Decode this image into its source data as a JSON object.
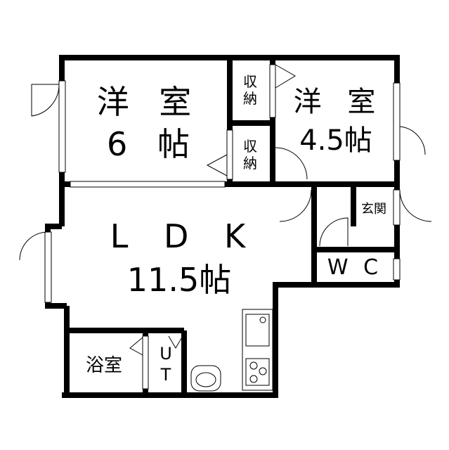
{
  "rooms": {
    "western_6": {
      "name": "洋 室",
      "size": "6 帖"
    },
    "western_45": {
      "name": "洋 室",
      "size": "4.5帖"
    },
    "storage_1": {
      "name": "収納"
    },
    "storage_2": {
      "name": "収納"
    },
    "ldk": {
      "name": "L D K",
      "size": "11.5帖"
    },
    "entrance": {
      "name": "玄関"
    },
    "wc": {
      "name": "W C"
    },
    "bath": {
      "name": "浴室"
    },
    "utility": {
      "name": "U T"
    }
  },
  "colors": {
    "wall": "#000000",
    "background": "#ffffff",
    "fixture": "#555555"
  }
}
